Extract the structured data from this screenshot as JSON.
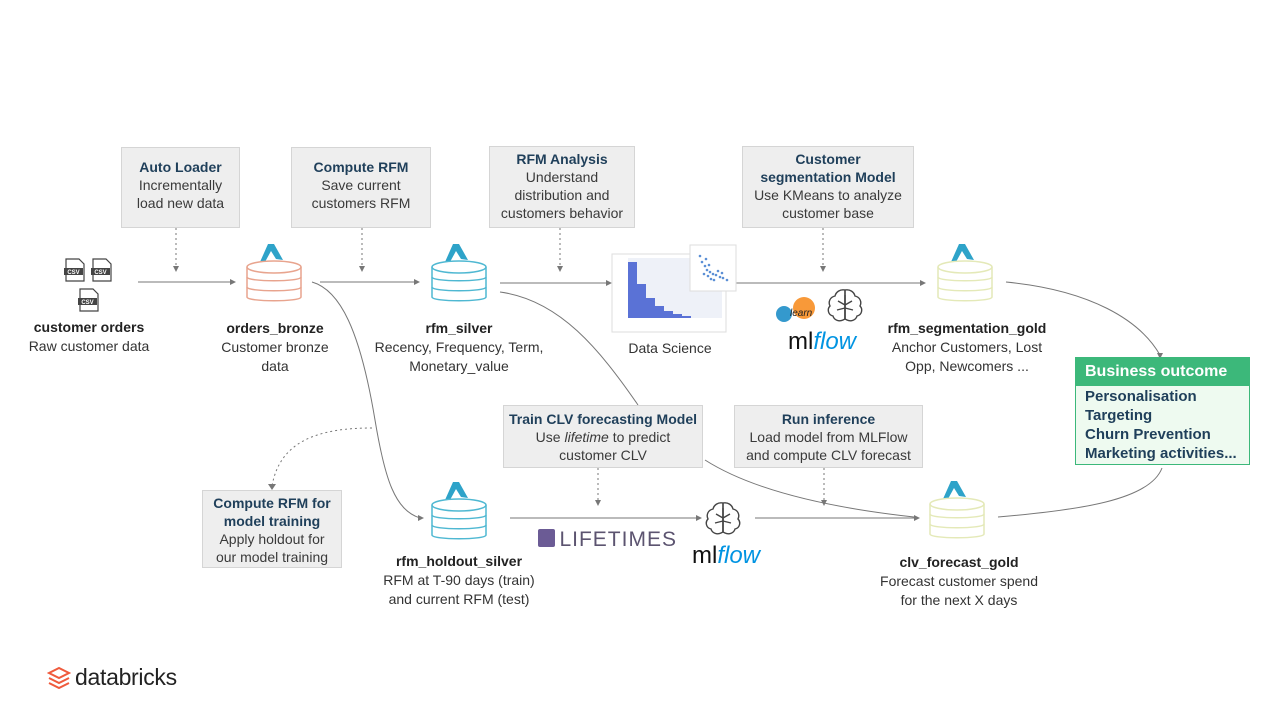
{
  "steps": {
    "auto_loader": {
      "title": "Auto Loader",
      "line1": "Incrementally",
      "line2": "load new data"
    },
    "compute_rfm": {
      "title": "Compute RFM",
      "line1": "Save current",
      "line2": "customers RFM"
    },
    "rfm_analysis": {
      "title": "RFM Analysis",
      "line1": "Understand",
      "line2": "distribution and",
      "line3": "customers behavior"
    },
    "segmentation": {
      "title1": "Customer",
      "title2": "segmentation Model",
      "line1": "Use KMeans to analyze",
      "line2": "customer base"
    },
    "train_clv": {
      "title": "Train CLV forecasting Model",
      "pre": "Use ",
      "em": "lifetime",
      "post": " to predict",
      "line2": "customer CLV"
    },
    "run_inference": {
      "title": "Run inference",
      "line1": "Load model from MLFlow",
      "line2": "and compute CLV forecast"
    },
    "compute_rfm_training": {
      "title1": "Compute RFM for",
      "title2": "model training",
      "line1": "Apply holdout for",
      "line2": "our model training"
    }
  },
  "nodes": {
    "customer_orders": {
      "name": "customer orders",
      "line1": "Raw customer data"
    },
    "orders_bronze": {
      "name": "orders_bronze",
      "line1": "Customer bronze",
      "line2": "data"
    },
    "rfm_silver": {
      "name": "rfm_silver",
      "line1": "Recency, Frequency, Term,",
      "line2": "Monetary_value"
    },
    "data_science": {
      "name": "Data Science"
    },
    "rfm_segmentation_gold": {
      "name": "rfm_segmentation_gold",
      "line1": "Anchor Customers, Lost",
      "line2": "Opp, Newcomers ..."
    },
    "rfm_holdout_silver": {
      "name": "rfm_holdout_silver",
      "line1": "RFM at T-90 days (train)",
      "line2": "and current RFM (test)"
    },
    "clv_forecast_gold": {
      "name": "clv_forecast_gold",
      "line1": "Forecast customer spend",
      "line2": "for the  next X days"
    }
  },
  "file_icons": {
    "label": "CSV"
  },
  "logos": {
    "sklearn": "learn",
    "mlflow_ml": "ml",
    "mlflow_flow": "flow",
    "lifetimes": "LIFETIMES",
    "databricks": "databricks"
  },
  "outcome": {
    "title": "Business outcome",
    "items": [
      "Personalisation",
      "Targeting",
      "Churn Prevention",
      "Marketing activities..."
    ]
  },
  "colors": {
    "bronze": "#e8a48e",
    "silver": "#4fb8d2",
    "gold": "#e4e9b8",
    "delta": "#2ea3c9",
    "outcome": "#3cb87a",
    "databricks": "#ef5a3c"
  }
}
